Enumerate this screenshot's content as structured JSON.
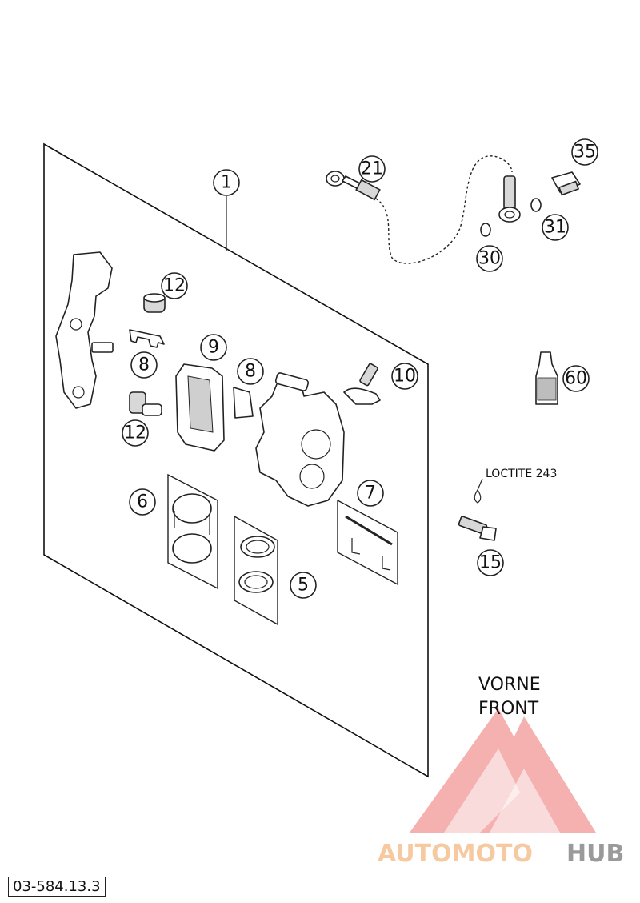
{
  "diagram": {
    "callouts": [
      "1",
      "21",
      "35",
      "31",
      "30",
      "12",
      "8",
      "9",
      "10",
      "60",
      "6",
      "7",
      "5",
      "15"
    ],
    "annotations": {
      "loctite": "LOCTITE 243",
      "direction_de": "VORNE",
      "direction_en": "FRONT"
    },
    "watermark": {
      "part_a": "AUTOMOTO",
      "part_b": "HUB",
      "colors": {
        "triangle": "#f4a3a3",
        "text_a": "#f6c9a0",
        "text_b": "#9a9a9a"
      }
    },
    "figure_code": "03-584.13.3"
  }
}
